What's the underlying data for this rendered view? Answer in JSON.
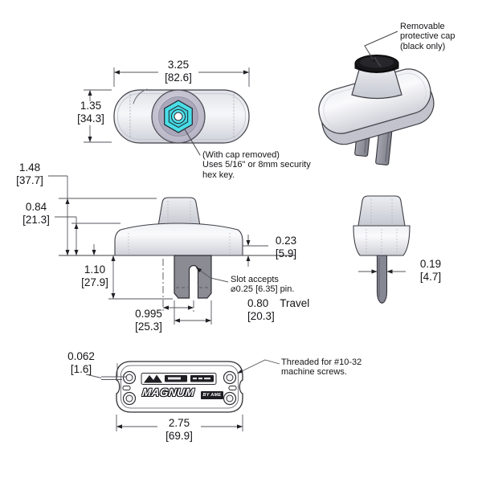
{
  "drawing": {
    "background": "#ffffff",
    "line_color": "#3f3f46",
    "accent_cyan": "#4adee8",
    "cap_black": "#17171a",
    "metal_gray": "#8b8b94"
  },
  "top_view": {
    "width_dim": {
      "inches": "3.25",
      "mm": "[82.6]"
    },
    "height_dim": {
      "inches": "1.35",
      "mm": "[34.3]"
    },
    "hex_note": {
      "line1": "(With cap removed)",
      "line2": "Uses 5/16\" or 8mm security",
      "line3": "hex key."
    }
  },
  "iso_view": {
    "cap_callout": {
      "line1": "Removable",
      "line2": "protective cap",
      "line3": "(black only)"
    }
  },
  "front_view": {
    "overall_height_dim": {
      "inches": "1.48",
      "mm": "[37.7]"
    },
    "body_height_dim": {
      "inches": "0.84",
      "mm": "[21.3]"
    },
    "slot_depth_dim": {
      "inches": "1.10",
      "mm": "[27.9]"
    },
    "lip_dim": {
      "inches": "0.23",
      "mm": "[5.9]"
    },
    "prong_width_dim": {
      "inches": "0.995",
      "mm": "[25.3]"
    },
    "travel_dim": {
      "inches": "0.80",
      "label": "Travel",
      "mm": "[20.3]"
    },
    "slot_note": {
      "line1": "Slot accepts",
      "line2": "⌀0.25 [6.35] pin."
    }
  },
  "side_view": {
    "pin_width_dim": {
      "inches": "0.19",
      "mm": "[4.7]"
    }
  },
  "bottom_view": {
    "recess_dim": {
      "inches": "0.062",
      "mm": "[1.6]"
    },
    "screw_span_dim": {
      "inches": "2.75",
      "mm": "[69.9]"
    },
    "thread_note": {
      "line1": "Threaded for #10-32",
      "line2": "machine screws."
    },
    "brand": {
      "name": "MAGNUM",
      "byline": "BY AME"
    }
  }
}
